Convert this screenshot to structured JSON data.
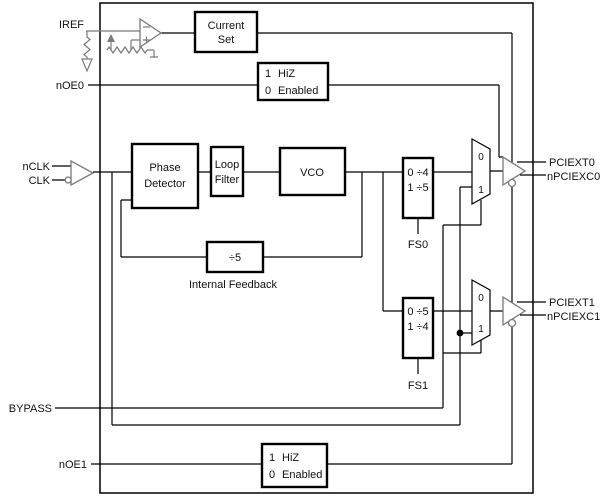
{
  "signals": {
    "iref": "IREF",
    "noe0": "nOE0",
    "nclk": "nCLK",
    "clk": "CLK",
    "bypass": "BYPASS",
    "noe1": "nOE1",
    "pciext0": "PCIEXT0",
    "npciexc0": "nPCIEXC0",
    "pciext1": "PCIEXT1",
    "npciexc1": "nPCIEXC1",
    "fs0": "FS0",
    "fs1": "FS1"
  },
  "blocks": {
    "current_set": {
      "line1": "Current",
      "line2": "Set"
    },
    "hiz0": {
      "one": "1",
      "hiz": "HiZ",
      "zero": "0",
      "enabled": "Enabled"
    },
    "hiz1": {
      "one": "1",
      "hiz": "HiZ",
      "zero": "0",
      "enabled": "Enabled"
    },
    "phase_detector": {
      "line1": "Phase",
      "line2": "Detector"
    },
    "loop_filter": {
      "line1": "Loop",
      "line2": "Filter"
    },
    "vco": "VCO",
    "feedback_divider": "÷5",
    "feedback_caption": "Internal Feedback",
    "divider0": {
      "row0": "0 ÷4",
      "row1": "1 ÷5"
    },
    "divider1": {
      "row0": "0 ÷5",
      "row1": "1 ÷4"
    }
  },
  "mux0": {
    "in0": "0",
    "in1": "1"
  },
  "mux1": {
    "in0": "0",
    "in1": "1"
  },
  "colors": {
    "wire": "#000000",
    "analog_gray": "#7a7a7a",
    "background": "#ffffff",
    "text": "#111111"
  }
}
